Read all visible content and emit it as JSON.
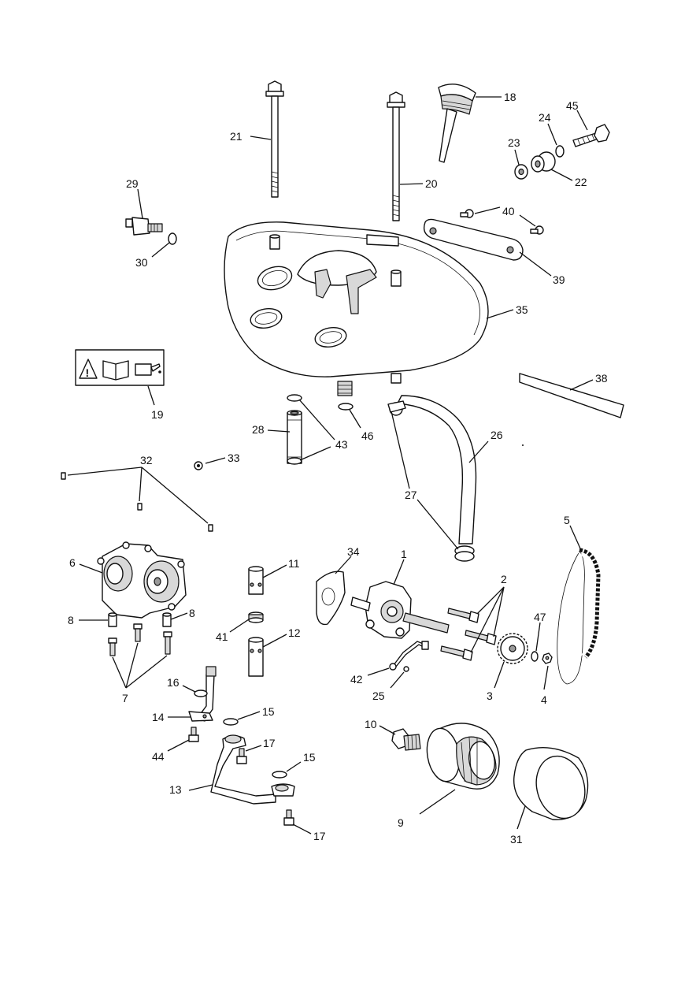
{
  "callouts": {
    "c1": "1",
    "c2": "2",
    "c3": "3",
    "c4": "4",
    "c5": "5",
    "c6": "6",
    "c7": "7",
    "c8a": "8",
    "c8b": "8",
    "c9": "9",
    "c10": "10",
    "c11": "11",
    "c12": "12",
    "c13": "13",
    "c14": "14",
    "c15a": "15",
    "c15b": "15",
    "c16": "16",
    "c17a": "17",
    "c17b": "17",
    "c18": "18",
    "c19": "19",
    "c20": "20",
    "c21": "21",
    "c22": "22",
    "c23": "23",
    "c24": "24",
    "c25": "25",
    "c26": "26",
    "c27": "27",
    "c28": "28",
    "c29": "29",
    "c30": "30",
    "c31": "31",
    "c32": "32",
    "c33": "33",
    "c34": "34",
    "c35": "35",
    "c38": "38",
    "c39": "39",
    "c40": "40",
    "c41": "41",
    "c42": "42",
    "c43": "43",
    "c44": "44",
    "c45": "45",
    "c46": "46",
    "c47": "47"
  },
  "icons": [
    "warning-triangle-icon",
    "manual-book-icon",
    "oil-can-icon"
  ]
}
